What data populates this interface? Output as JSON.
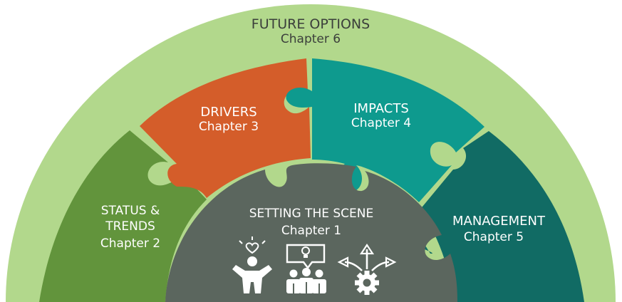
{
  "colors": {
    "outer_arc": "#b2d88c",
    "drivers": "#d45d2a",
    "impacts": "#0e9a8e",
    "status": "#62943c",
    "management": "#116b64",
    "center": "#5b665e",
    "label_dark": "#3b3f3b"
  },
  "outer": {
    "title": "FUTURE OPTIONS",
    "subtitle": "Chapter 6"
  },
  "pieces": {
    "status": {
      "line1": "STATUS &",
      "line2": "TRENDS",
      "chapter": "Chapter 2"
    },
    "drivers": {
      "line1": "DRIVERS",
      "chapter": "Chapter 3"
    },
    "impacts": {
      "line1": "IMPACTS",
      "chapter": "Chapter 4"
    },
    "management": {
      "line1": "MANAGEMENT",
      "chapter": "Chapter 5"
    }
  },
  "center": {
    "title": "SETTING THE SCENE",
    "chapter": "Chapter 1",
    "icons": [
      "person-heart-icon",
      "group-idea-icon",
      "gear-arrows-icon"
    ]
  }
}
